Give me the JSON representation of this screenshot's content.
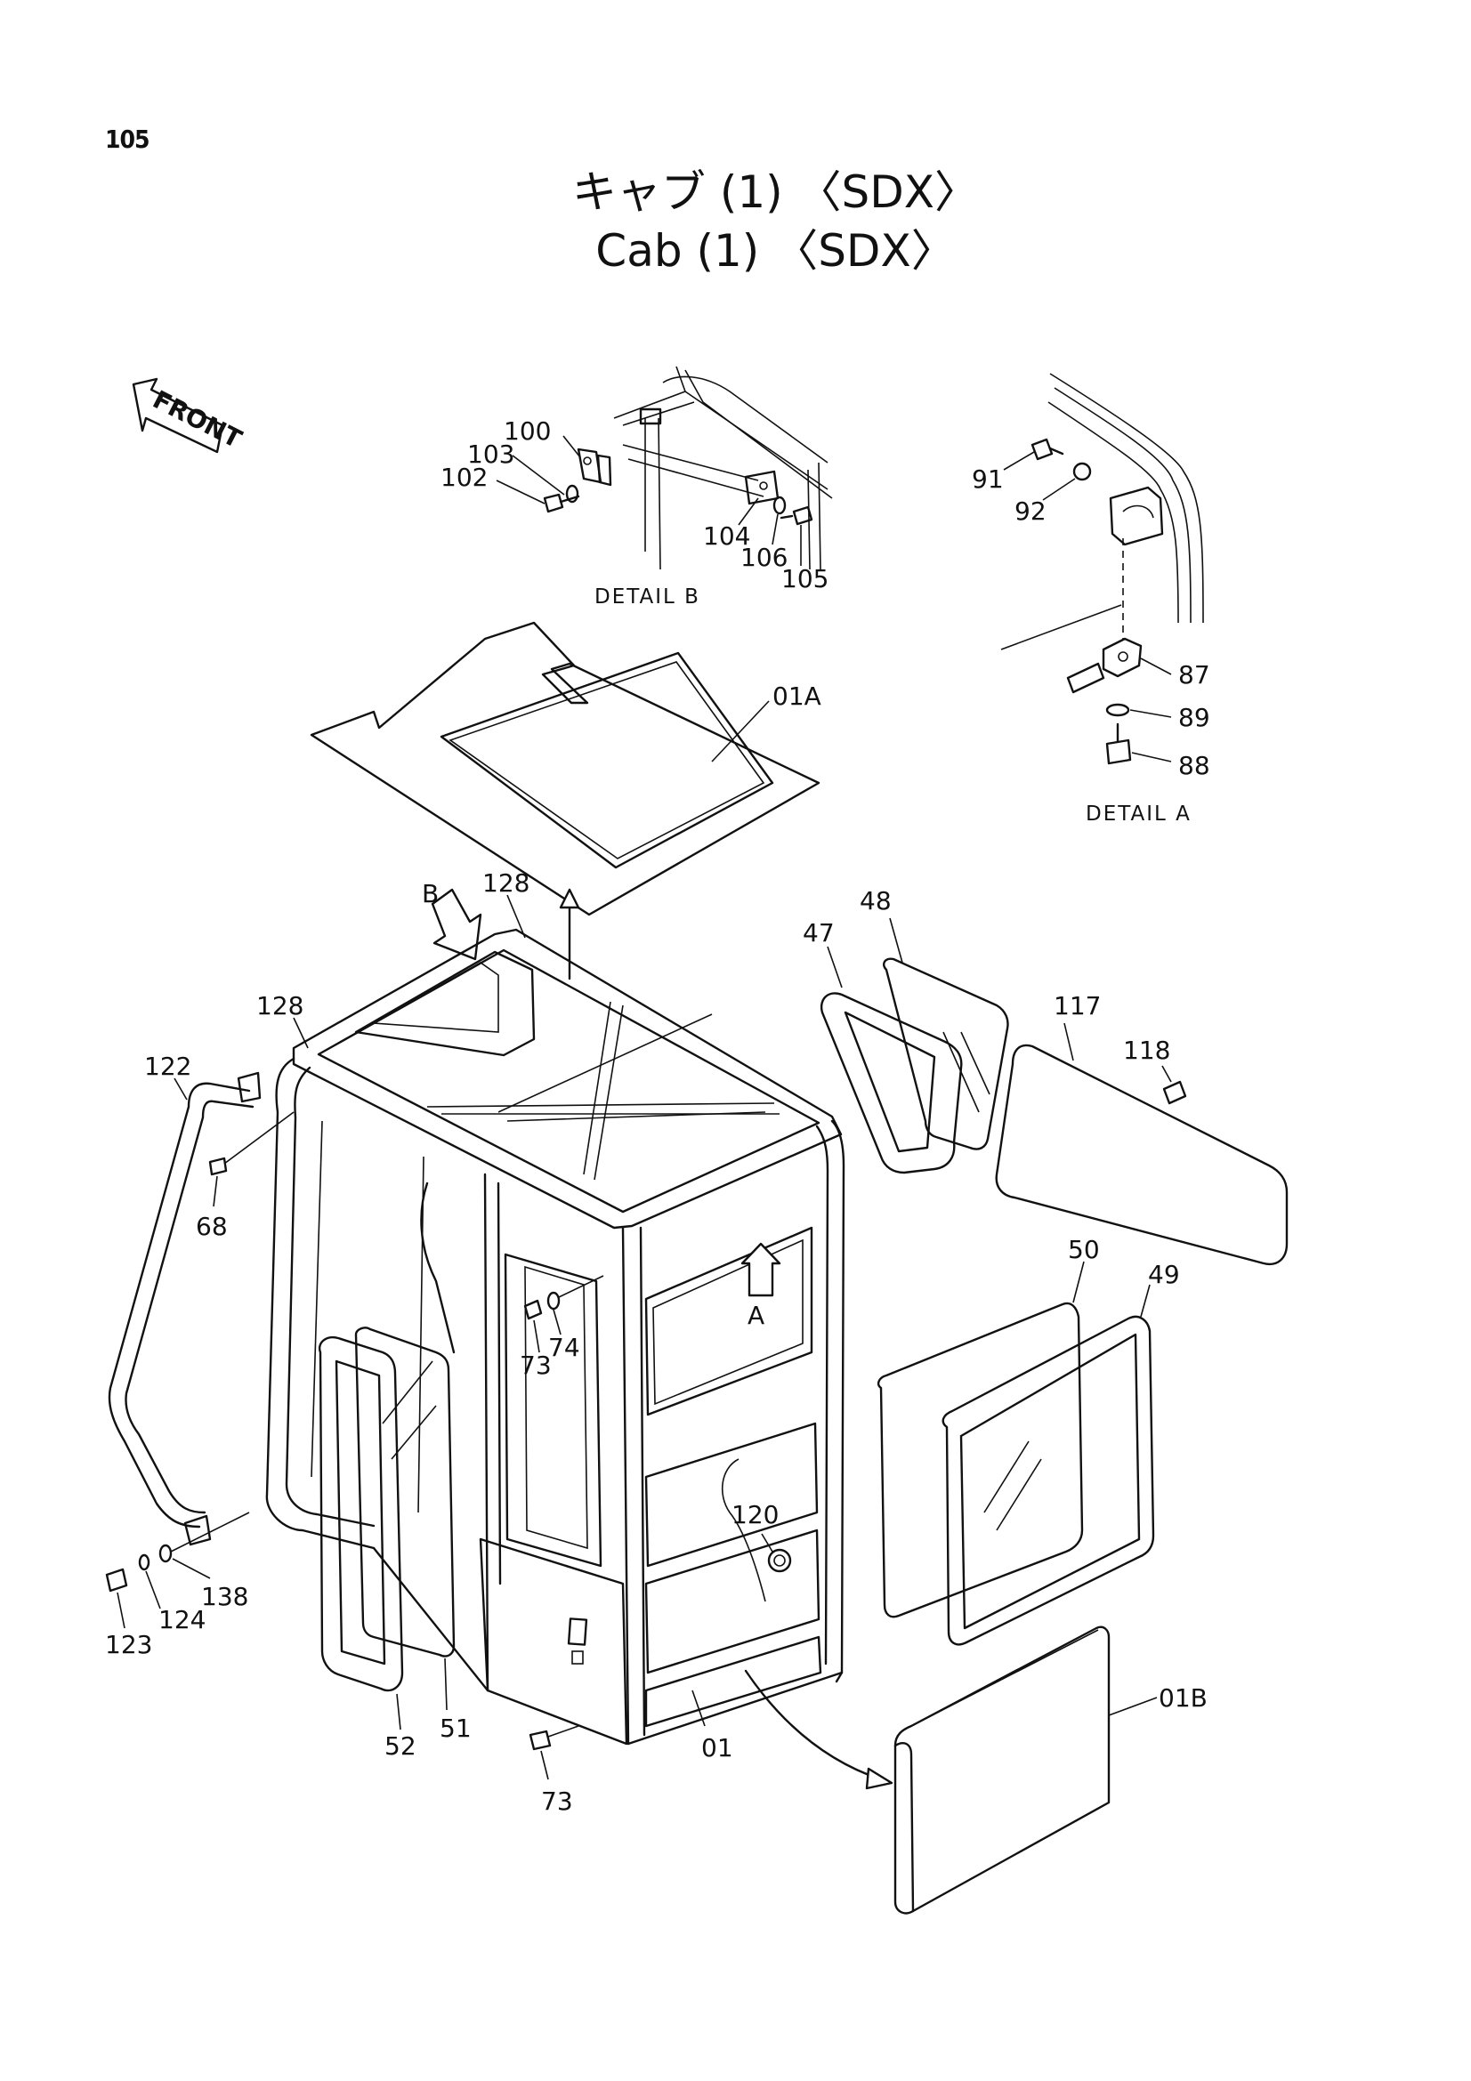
{
  "page_number": "105",
  "title_jp": "キャブ (1) 〈SDX〉",
  "title_en": "Cab (1) 〈SDX〉",
  "front_marker": "FRONT",
  "detail_a_label": "DETAIL A",
  "detail_b_label": "DETAIL B",
  "view_b_marker": "B",
  "view_a_marker": "A",
  "part_numbers": {
    "p100": "100",
    "p103": "103",
    "p102": "102",
    "p104": "104",
    "p106": "106",
    "p105": "105",
    "p91": "91",
    "p92": "92",
    "p87": "87",
    "p89": "89",
    "p88": "88",
    "p01A": "01A",
    "p128a": "128",
    "p128b": "128",
    "p48": "48",
    "p47": "47",
    "p117": "117",
    "p118": "118",
    "p122": "122",
    "p68": "68",
    "p73a": "73",
    "p74": "74",
    "p50": "50",
    "p49": "49",
    "p120": "120",
    "p123": "123",
    "p124": "124",
    "p138": "138",
    "p52": "52",
    "p51": "51",
    "p73b": "73",
    "p01": "01",
    "p01B": "01B"
  }
}
